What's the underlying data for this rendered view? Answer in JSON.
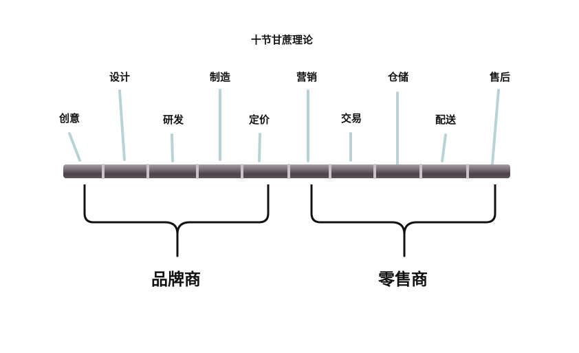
{
  "title": "十节甘蔗理论",
  "stages": [
    {
      "label": "创意"
    },
    {
      "label": "设计"
    },
    {
      "label": "研发"
    },
    {
      "label": "制造"
    },
    {
      "label": "定价"
    },
    {
      "label": "营销"
    },
    {
      "label": "交易"
    },
    {
      "label": "仓储"
    },
    {
      "label": "配送"
    },
    {
      "label": "售后"
    }
  ],
  "groups": [
    {
      "label": "品牌商"
    },
    {
      "label": "零售商"
    }
  ],
  "colors": {
    "pointer": "#b8d2d6",
    "cane_dark": "#4a4248",
    "cane_mid": "#7a7078",
    "cane_light": "#a79fa5",
    "node": "#c9c4c6",
    "bracket": "#111111",
    "text": "#111111"
  }
}
